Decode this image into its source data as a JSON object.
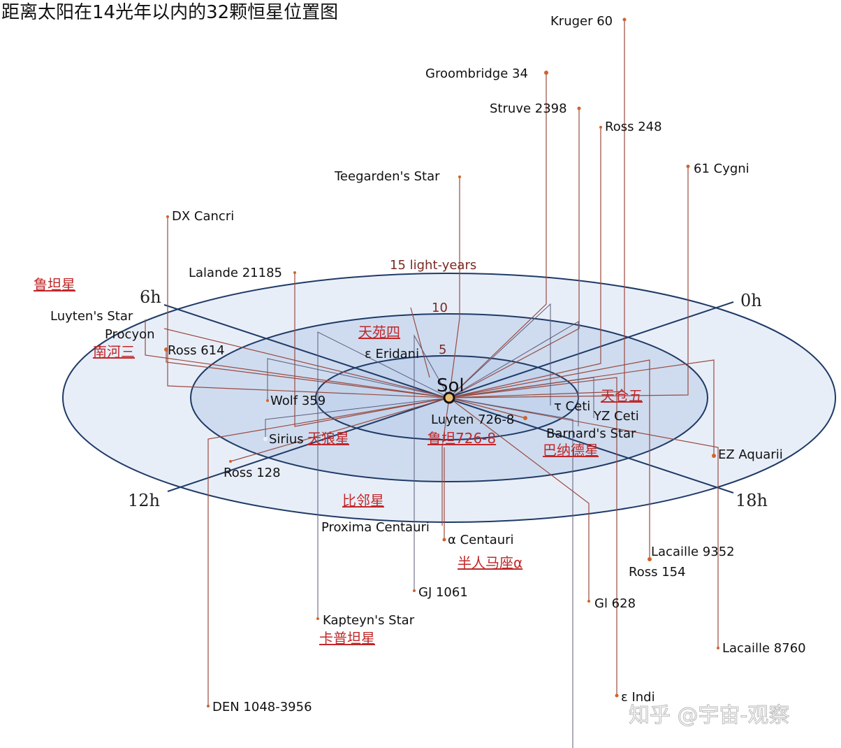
{
  "title": "距离太阳在14光年以内的32颗恒星位置图",
  "center_label": "Sol",
  "rings": [
    "15 light-years",
    "10",
    "5"
  ],
  "hours": [
    "6h",
    "0h",
    "12h",
    "18h"
  ],
  "stars": {
    "kruger60": "Kruger 60",
    "groombridge34": "Groombridge 34",
    "struve2398": "Struve 2398",
    "ross248": "Ross 248",
    "cygni61": "61 Cygni",
    "teegarden": "Teegarden's Star",
    "dxcancri": "DX Cancri",
    "lalande": "Lalande 21185",
    "luytens": "Luyten's Star",
    "procyon": "Procyon",
    "ross614": "Ross 614",
    "eridani": "ε Eridani",
    "wolf359": "Wolf 359",
    "sirius": "Sirius",
    "ross128": "Ross 128",
    "luyten726": "Luyten 726-8",
    "tauceti": "τ Ceti",
    "yzceti": "YZ Ceti",
    "barnard": "Barnard's Star",
    "ezaquarii": "EZ Aquarii",
    "proxima": "Proxima Centauri",
    "alphacen": "α Centauri",
    "lacaille9352": "Lacaille 9352",
    "ross154": "Ross 154",
    "gj1061": "GJ 1061",
    "gl628": "Gl 628",
    "kapteyn": "Kapteyn's Star",
    "lacaille8760": "Lacaille 8760",
    "den1048": "DEN 1048-3956",
    "epsindi": "ε Indi"
  },
  "chinese_labels": {
    "luytens": "鲁坦星",
    "procyon": "南河三",
    "eridani": "天苑四",
    "sirius": "天狼星",
    "luyten726": "鲁坦726-8",
    "barnard": "巴纳德星",
    "tauceti": "天仓五",
    "proxima": "比邻星",
    "alphacen": "半人马座α",
    "kapteyn": "卡普坦星"
  },
  "watermark": "知乎 @宇宙-观察"
}
